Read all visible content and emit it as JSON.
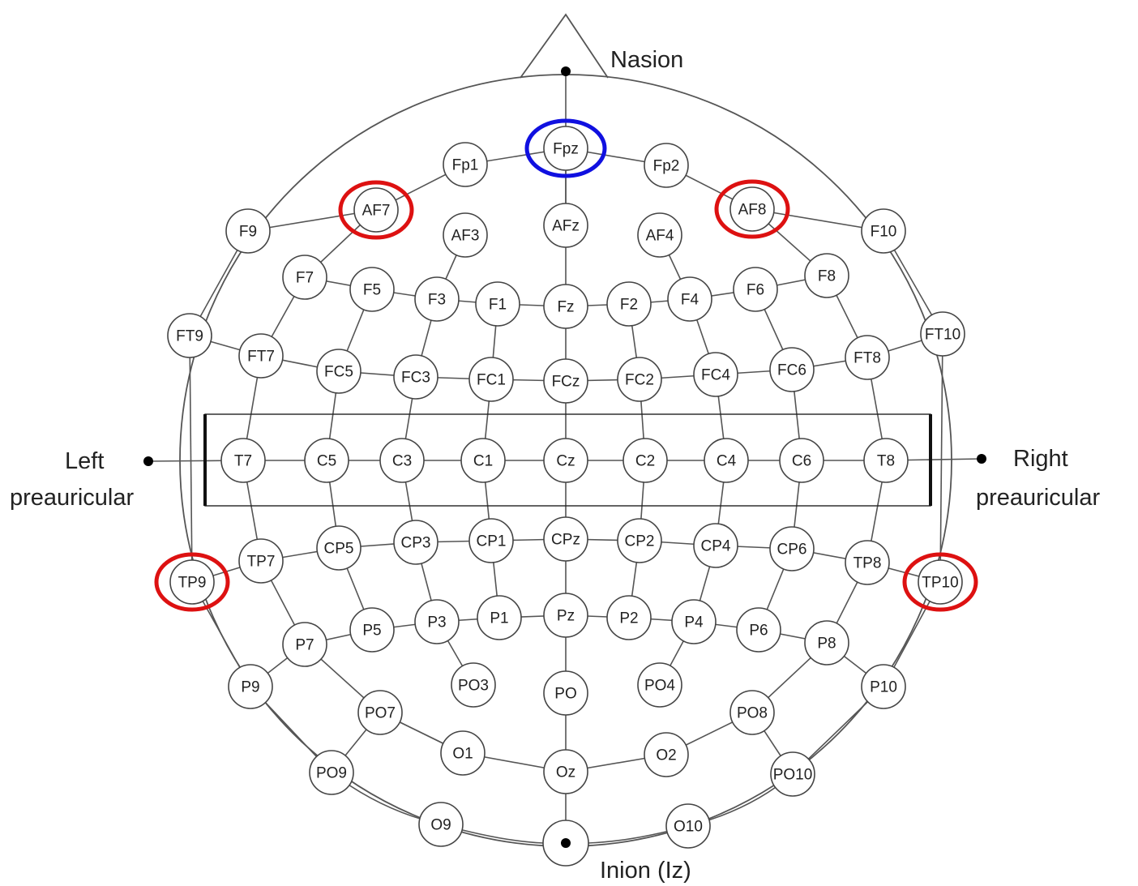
{
  "landmarks": {
    "nasion": "Nasion",
    "inion": "Inion (Iz)",
    "left_1": "Left",
    "left_2": "preauricular",
    "right_1": "Right",
    "right_2": "preauricular"
  },
  "electrodes": [
    "Fpz",
    "Fp1",
    "Fp2",
    "AF7",
    "AF3",
    "AFz",
    "AF4",
    "AF8",
    "F9",
    "F7",
    "F5",
    "F3",
    "F1",
    "Fz",
    "F2",
    "F4",
    "F6",
    "F8",
    "F10",
    "FT9",
    "FT7",
    "FC5",
    "FC3",
    "FC1",
    "FCz",
    "FC2",
    "FC4",
    "FC6",
    "FT8",
    "FT10",
    "T7",
    "C5",
    "C3",
    "C1",
    "Cz",
    "C2",
    "C4",
    "C6",
    "T8",
    "TP9",
    "TP7",
    "CP5",
    "CP3",
    "CP1",
    "CPz",
    "CP2",
    "CP4",
    "CP6",
    "TP8",
    "TP10",
    "P9",
    "P7",
    "P5",
    "P3",
    "P1",
    "Pz",
    "P2",
    "P4",
    "P6",
    "P8",
    "P10",
    "PO9",
    "PO7",
    "PO3",
    "PO",
    "PO4",
    "PO8",
    "PO10",
    "O9",
    "O1",
    "Oz",
    "O2",
    "O10"
  ],
  "highlights": {
    "blue": [
      "Fpz"
    ],
    "red": [
      "AF7",
      "AF8",
      "TP9",
      "TP10"
    ]
  },
  "colors": {
    "blue": "#1010e0",
    "red": "#dd1111"
  }
}
